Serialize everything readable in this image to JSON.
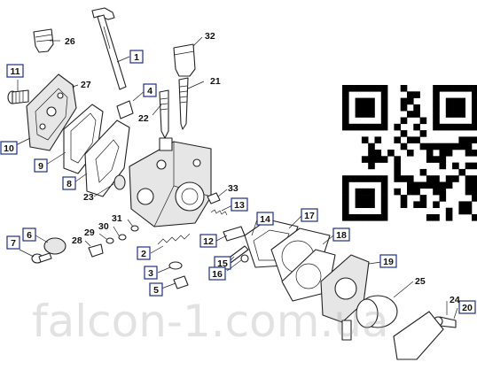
{
  "diagram": {
    "callouts": [
      {
        "id": "c1",
        "text": "1",
        "boxed": true
      },
      {
        "id": "c2",
        "text": "2",
        "boxed": true
      },
      {
        "id": "c3",
        "text": "3",
        "boxed": true
      },
      {
        "id": "c4",
        "text": "4",
        "boxed": true
      },
      {
        "id": "c5",
        "text": "5",
        "boxed": true
      },
      {
        "id": "c6",
        "text": "6",
        "boxed": true
      },
      {
        "id": "c7",
        "text": "7",
        "boxed": true
      },
      {
        "id": "c8",
        "text": "8",
        "boxed": true
      },
      {
        "id": "c9",
        "text": "9",
        "boxed": true
      },
      {
        "id": "c10",
        "text": "10",
        "boxed": true
      },
      {
        "id": "c11",
        "text": "11",
        "boxed": true
      },
      {
        "id": "c12",
        "text": "12",
        "boxed": true
      },
      {
        "id": "c13",
        "text": "13",
        "boxed": true
      },
      {
        "id": "c14",
        "text": "14",
        "boxed": true
      },
      {
        "id": "c15",
        "text": "15",
        "boxed": true
      },
      {
        "id": "c16",
        "text": "16",
        "boxed": true
      },
      {
        "id": "c17",
        "text": "17",
        "boxed": true
      },
      {
        "id": "c18",
        "text": "18",
        "boxed": true
      },
      {
        "id": "c19",
        "text": "19",
        "boxed": true
      },
      {
        "id": "c20",
        "text": "20",
        "boxed": true
      },
      {
        "id": "c21",
        "text": "21",
        "boxed": false
      },
      {
        "id": "c22",
        "text": "22",
        "boxed": false
      },
      {
        "id": "c23",
        "text": "23",
        "boxed": false
      },
      {
        "id": "c24",
        "text": "24",
        "boxed": false
      },
      {
        "id": "c25",
        "text": "25",
        "boxed": false
      },
      {
        "id": "c26",
        "text": "26",
        "boxed": false
      },
      {
        "id": "c27",
        "text": "27",
        "boxed": false
      },
      {
        "id": "c28",
        "text": "28",
        "boxed": false
      },
      {
        "id": "c29",
        "text": "29",
        "boxed": false
      },
      {
        "id": "c30",
        "text": "30",
        "boxed": false
      },
      {
        "id": "c31",
        "text": "31",
        "boxed": false
      },
      {
        "id": "c32",
        "text": "32",
        "boxed": false
      },
      {
        "id": "c33",
        "text": "33",
        "boxed": false
      }
    ]
  },
  "watermark": {
    "text": "falcon-1.com.ua"
  },
  "qr_code": {
    "present": true
  }
}
